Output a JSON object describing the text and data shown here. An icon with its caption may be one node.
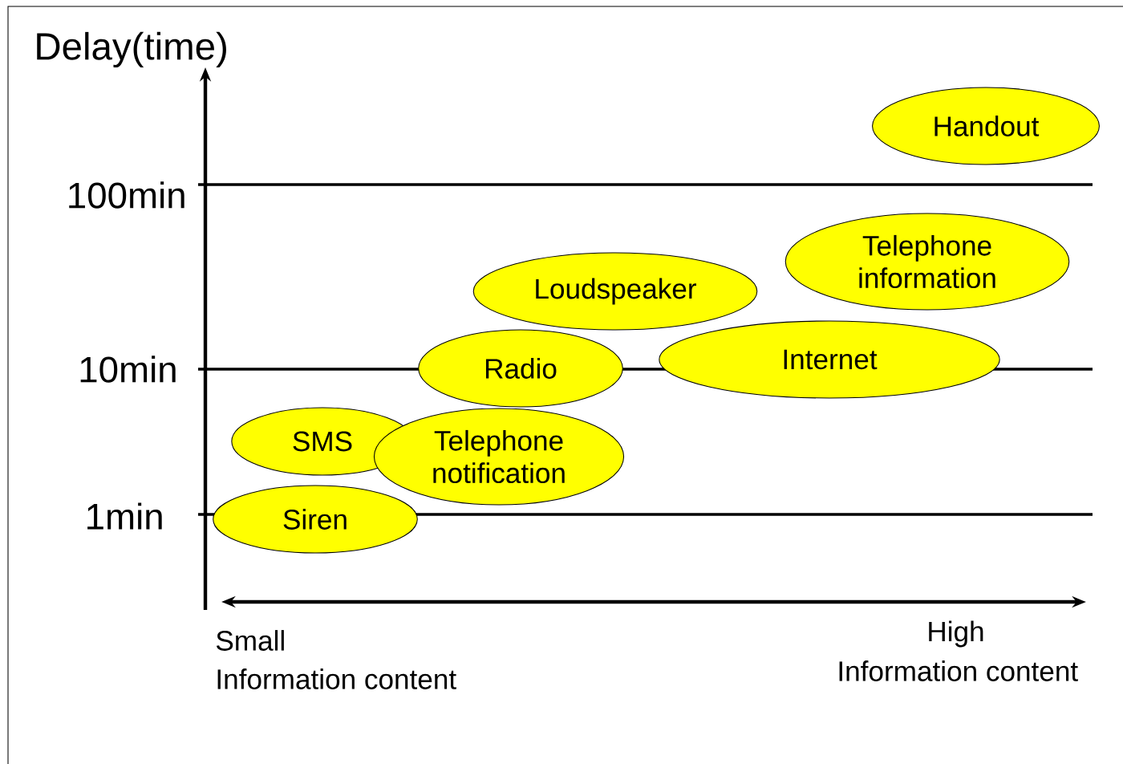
{
  "diagram": {
    "nodes": [
      {
        "text": [
          "Handout"
        ]
      },
      {
        "text": [
          "Telephone information"
        ]
      },
      {
        "text": [
          "Loudspeaker"
        ]
      },
      {
        "text": [
          "Radio"
        ]
      },
      {
        "text": [
          "Internet"
        ]
      },
      {
        "text": [
          "SMS"
        ]
      },
      {
        "text": [
          "Telephone notification"
        ]
      },
      {
        "text": [
          "Siren"
        ]
      }
    ],
    "labels": [
      "Delay(time)",
      "100min",
      "10min",
      "1min",
      "Small",
      "Information content",
      "High",
      "Information content"
    ]
  }
}
